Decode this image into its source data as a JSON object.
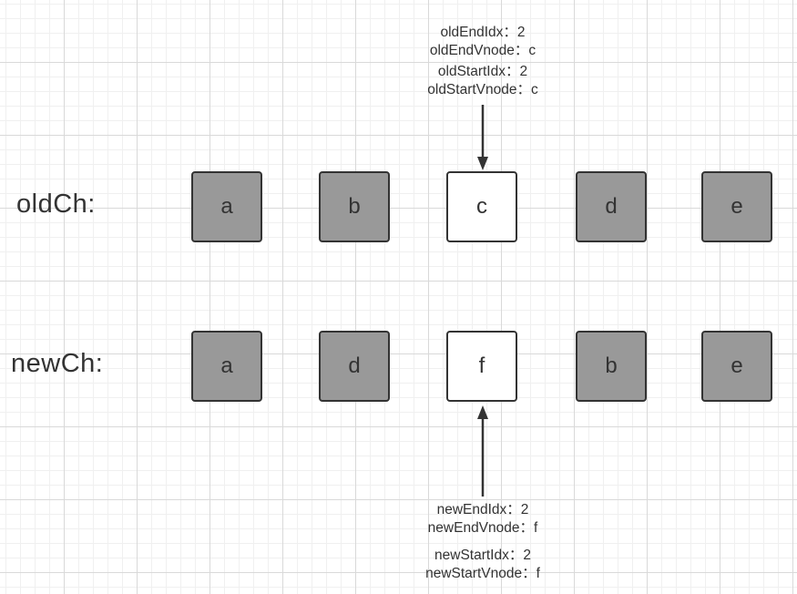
{
  "rows": {
    "old": {
      "label": "oldCh:",
      "nodes": [
        {
          "text": "a",
          "style": "filled"
        },
        {
          "text": "b",
          "style": "filled"
        },
        {
          "text": "c",
          "style": "empty"
        },
        {
          "text": "d",
          "style": "filled"
        },
        {
          "text": "e",
          "style": "filled"
        }
      ]
    },
    "new": {
      "label": "newCh:",
      "nodes": [
        {
          "text": "a",
          "style": "filled"
        },
        {
          "text": "d",
          "style": "filled"
        },
        {
          "text": "f",
          "style": "empty"
        },
        {
          "text": "b",
          "style": "filled"
        },
        {
          "text": "e",
          "style": "filled"
        }
      ]
    }
  },
  "annotations": {
    "old_end_idx": "oldEndIdx：2",
    "old_end_vnode": "oldEndVnode：c",
    "old_start_idx": "oldStartIdx：2",
    "old_start_vnode": "oldStartVnode：c",
    "new_end_idx": "newEndIdx：2",
    "new_end_vnode": "newEndVnode：f",
    "new_start_idx": "newStartIdx：2",
    "new_start_vnode": "newStartVnode：f"
  },
  "colors": {
    "node_filled": "#999999",
    "node_empty": "#ffffff",
    "stroke": "#333333",
    "grid_major": "#d9d9d9",
    "grid_minor": "#f0f0f0"
  }
}
